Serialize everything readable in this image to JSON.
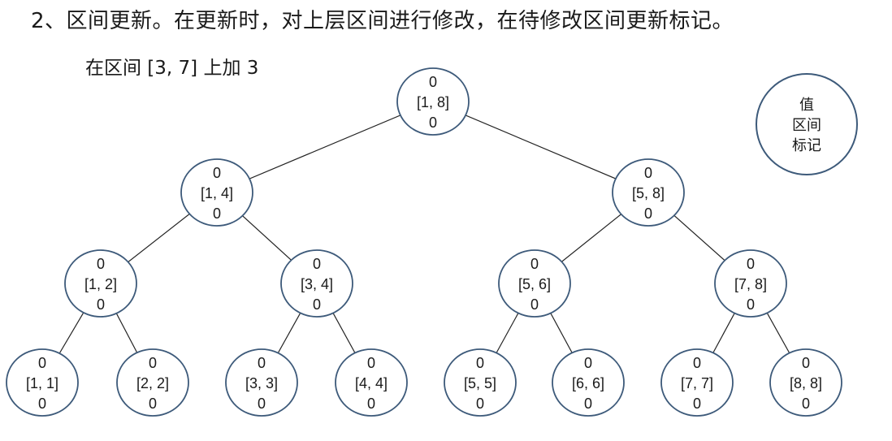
{
  "heading": "2、区间更新。在更新时，对上层区间进行修改，在待修改区间更新标记。",
  "subheading": "在区间 [3, 7] 上加 3",
  "colors": {
    "node_stroke": "#3d5a7a",
    "edge": "#222222",
    "text": "#1a1a1a"
  },
  "legend": {
    "value": "值",
    "interval": "区间",
    "mark": "标记"
  },
  "tree": {
    "nodes": [
      {
        "id": "n1",
        "value": "0",
        "interval": "[1, 8]",
        "mark": "0",
        "level": 0,
        "slot": 0
      },
      {
        "id": "n2",
        "value": "0",
        "interval": "[1, 4]",
        "mark": "0",
        "level": 1,
        "slot": 0
      },
      {
        "id": "n3",
        "value": "0",
        "interval": "[5, 8]",
        "mark": "0",
        "level": 1,
        "slot": 1
      },
      {
        "id": "n4",
        "value": "0",
        "interval": "[1, 2]",
        "mark": "0",
        "level": 2,
        "slot": 0
      },
      {
        "id": "n5",
        "value": "0",
        "interval": "[3, 4]",
        "mark": "0",
        "level": 2,
        "slot": 1
      },
      {
        "id": "n6",
        "value": "0",
        "interval": "[5, 6]",
        "mark": "0",
        "level": 2,
        "slot": 2
      },
      {
        "id": "n7",
        "value": "0",
        "interval": "[7, 8]",
        "mark": "0",
        "level": 2,
        "slot": 3
      },
      {
        "id": "n8",
        "value": "0",
        "interval": "[1, 1]",
        "mark": "0",
        "level": 3,
        "slot": 0
      },
      {
        "id": "n9",
        "value": "0",
        "interval": "[2, 2]",
        "mark": "0",
        "level": 3,
        "slot": 1
      },
      {
        "id": "n10",
        "value": "0",
        "interval": "[3, 3]",
        "mark": "0",
        "level": 3,
        "slot": 2
      },
      {
        "id": "n11",
        "value": "0",
        "interval": "[4, 4]",
        "mark": "0",
        "level": 3,
        "slot": 3
      },
      {
        "id": "n12",
        "value": "0",
        "interval": "[5, 5]",
        "mark": "0",
        "level": 3,
        "slot": 4
      },
      {
        "id": "n13",
        "value": "0",
        "interval": "[6, 6]",
        "mark": "0",
        "level": 3,
        "slot": 5
      },
      {
        "id": "n14",
        "value": "0",
        "interval": "[7, 7]",
        "mark": "0",
        "level": 3,
        "slot": 6
      },
      {
        "id": "n15",
        "value": "0",
        "interval": "[8, 8]",
        "mark": "0",
        "level": 3,
        "slot": 7
      }
    ],
    "edges": [
      [
        "n1",
        "n2"
      ],
      [
        "n1",
        "n3"
      ],
      [
        "n2",
        "n4"
      ],
      [
        "n2",
        "n5"
      ],
      [
        "n3",
        "n6"
      ],
      [
        "n3",
        "n7"
      ],
      [
        "n4",
        "n8"
      ],
      [
        "n4",
        "n9"
      ],
      [
        "n5",
        "n10"
      ],
      [
        "n5",
        "n11"
      ],
      [
        "n6",
        "n12"
      ],
      [
        "n6",
        "n13"
      ],
      [
        "n7",
        "n14"
      ],
      [
        "n7",
        "n15"
      ]
    ]
  }
}
